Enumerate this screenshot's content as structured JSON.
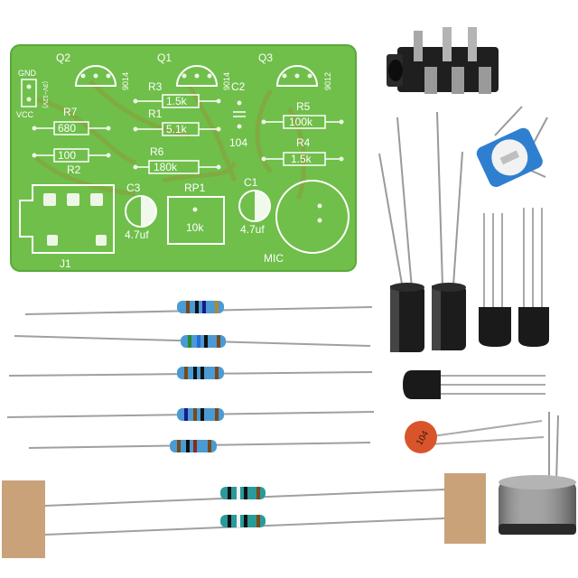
{
  "pcb": {
    "labels": {
      "q2": "Q2",
      "q1": "Q1",
      "q3": "Q3",
      "q2_part": "9014",
      "q1_part": "9014",
      "q3_part": "9012",
      "gnd": "GND",
      "vcc": "VCC",
      "supply": "(3V~12V)",
      "r7": "R7",
      "r7_val": "680",
      "r3": "R3",
      "r3_val": "1.5k",
      "r1": "R1",
      "r1_val": "5.1k",
      "c2": "C2",
      "c2_val": "104",
      "r5": "R5",
      "r5_val": "100k",
      "r4": "R4",
      "r4_val": "1.5k",
      "r6": "R6",
      "r6_val": "180k",
      "r2": "R2",
      "r2_val": "100",
      "c3": "C3",
      "c3_val": "4.7uf",
      "rp1": "RP1",
      "rp1_val": "10k",
      "c1": "C1",
      "c1_val": "4.7uf",
      "j1": "J1",
      "mic": "MIC"
    }
  },
  "parts": {
    "ceramic_cap_marking": "104"
  },
  "colors": {
    "board": "#6fbf4a",
    "trace": "#8a9a3a",
    "resistor_body": "#4a9ad4",
    "electrolytic": "#1c1c1c",
    "ceramic": "#d9542b",
    "tape": "#c9a27a"
  }
}
